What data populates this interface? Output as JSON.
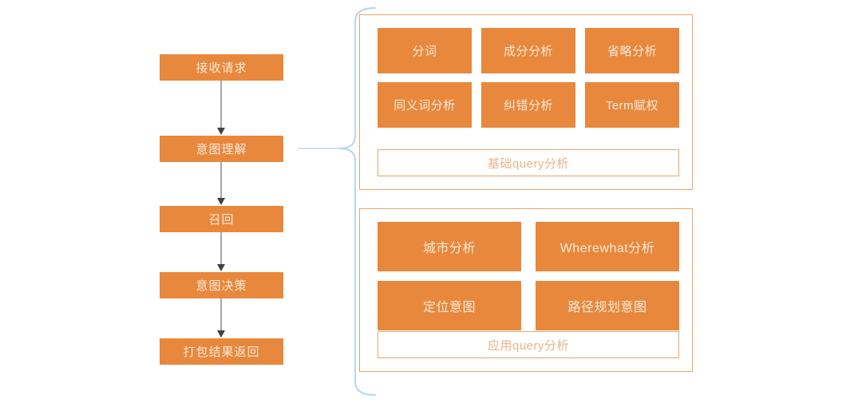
{
  "colors": {
    "box_fill": "#E8883C",
    "box_text": "#FBE9DA",
    "panel_border": "#E8A66B",
    "panel_label_text": "#E7B58A",
    "arrow_line": "#A6A6A6",
    "arrow_head": "#404040",
    "brace": "#BFD7EE",
    "background": "#FFFFFF"
  },
  "flow": {
    "steps": [
      {
        "label": "接收请求"
      },
      {
        "label": "意图理解"
      },
      {
        "label": "召回"
      },
      {
        "label": "意图决策"
      },
      {
        "label": "打包结果返回"
      }
    ]
  },
  "panels": [
    {
      "id": "basic-query-analysis",
      "label": "基础query分析",
      "items": [
        {
          "label": "分词"
        },
        {
          "label": "成分分析"
        },
        {
          "label": "省略分析"
        },
        {
          "label": "同义词分析"
        },
        {
          "label": "纠错分析"
        },
        {
          "label": "Term赋权"
        }
      ]
    },
    {
      "id": "applied-query-analysis",
      "label": "应用query分析",
      "items": [
        {
          "label": "城市分析"
        },
        {
          "label": "Wherewhat分析"
        },
        {
          "label": "定位意图"
        },
        {
          "label": "路径规划意图"
        }
      ]
    }
  ],
  "connector": {
    "type": "curly-brace",
    "orientation": "left-pointing",
    "source_step": "意图理解"
  }
}
